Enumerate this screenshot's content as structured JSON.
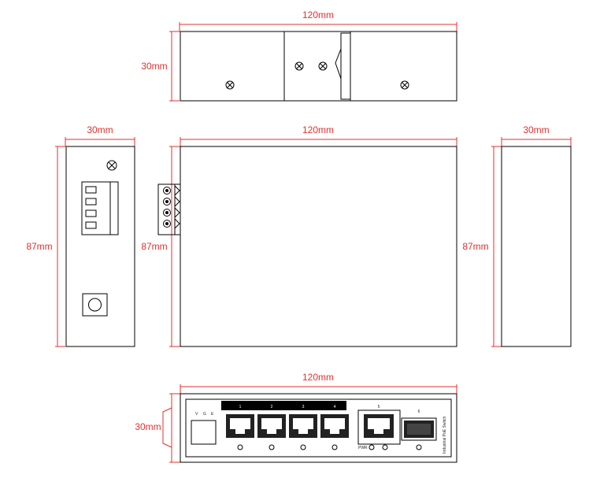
{
  "dimensions": {
    "top_width": "120mm",
    "top_height": "30mm",
    "left_width": "30mm",
    "left_height": "87mm",
    "front_width": "120mm",
    "front_height": "87mm",
    "right_width": "30mm",
    "right_height": "87mm",
    "bottom_width": "120mm",
    "bottom_height": "30mm"
  },
  "ports": {
    "power_terminal": [
      "V",
      "G",
      "E"
    ],
    "rj45": [
      "1",
      "2",
      "3",
      "4"
    ],
    "uplink": "5",
    "sfp": "6",
    "pwr_label": "PWR",
    "side_label": "Industrial PoE Switch"
  },
  "colors": {
    "dimension": "#e0322f",
    "outline": "#000000",
    "port_fill": "#222222"
  }
}
